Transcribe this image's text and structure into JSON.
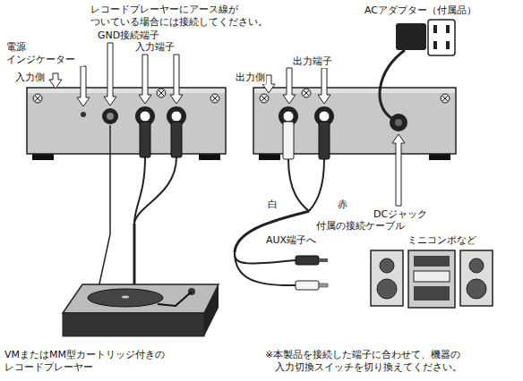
{
  "diagram": {
    "labels": [
      "レコードプレーヤーにアース線が ついている場合には接続してください。",
      "GND接続端子",
      "電源 インジケーター",
      "入力側",
      "入力端子",
      "ACアダプター（付属品）",
      "出力端子",
      "出力側",
      "白",
      "赤",
      "DCジャック",
      "付属の接続ケーブル",
      "AUX端子へ",
      "ミニコンポなど",
      "VMまたはMM型カートリッジ付きの レコードプレーヤー",
      "※本製品を接続した端子に合わせて、機器の 入力切換スイッチを切り換えてください。"
    ]
  }
}
